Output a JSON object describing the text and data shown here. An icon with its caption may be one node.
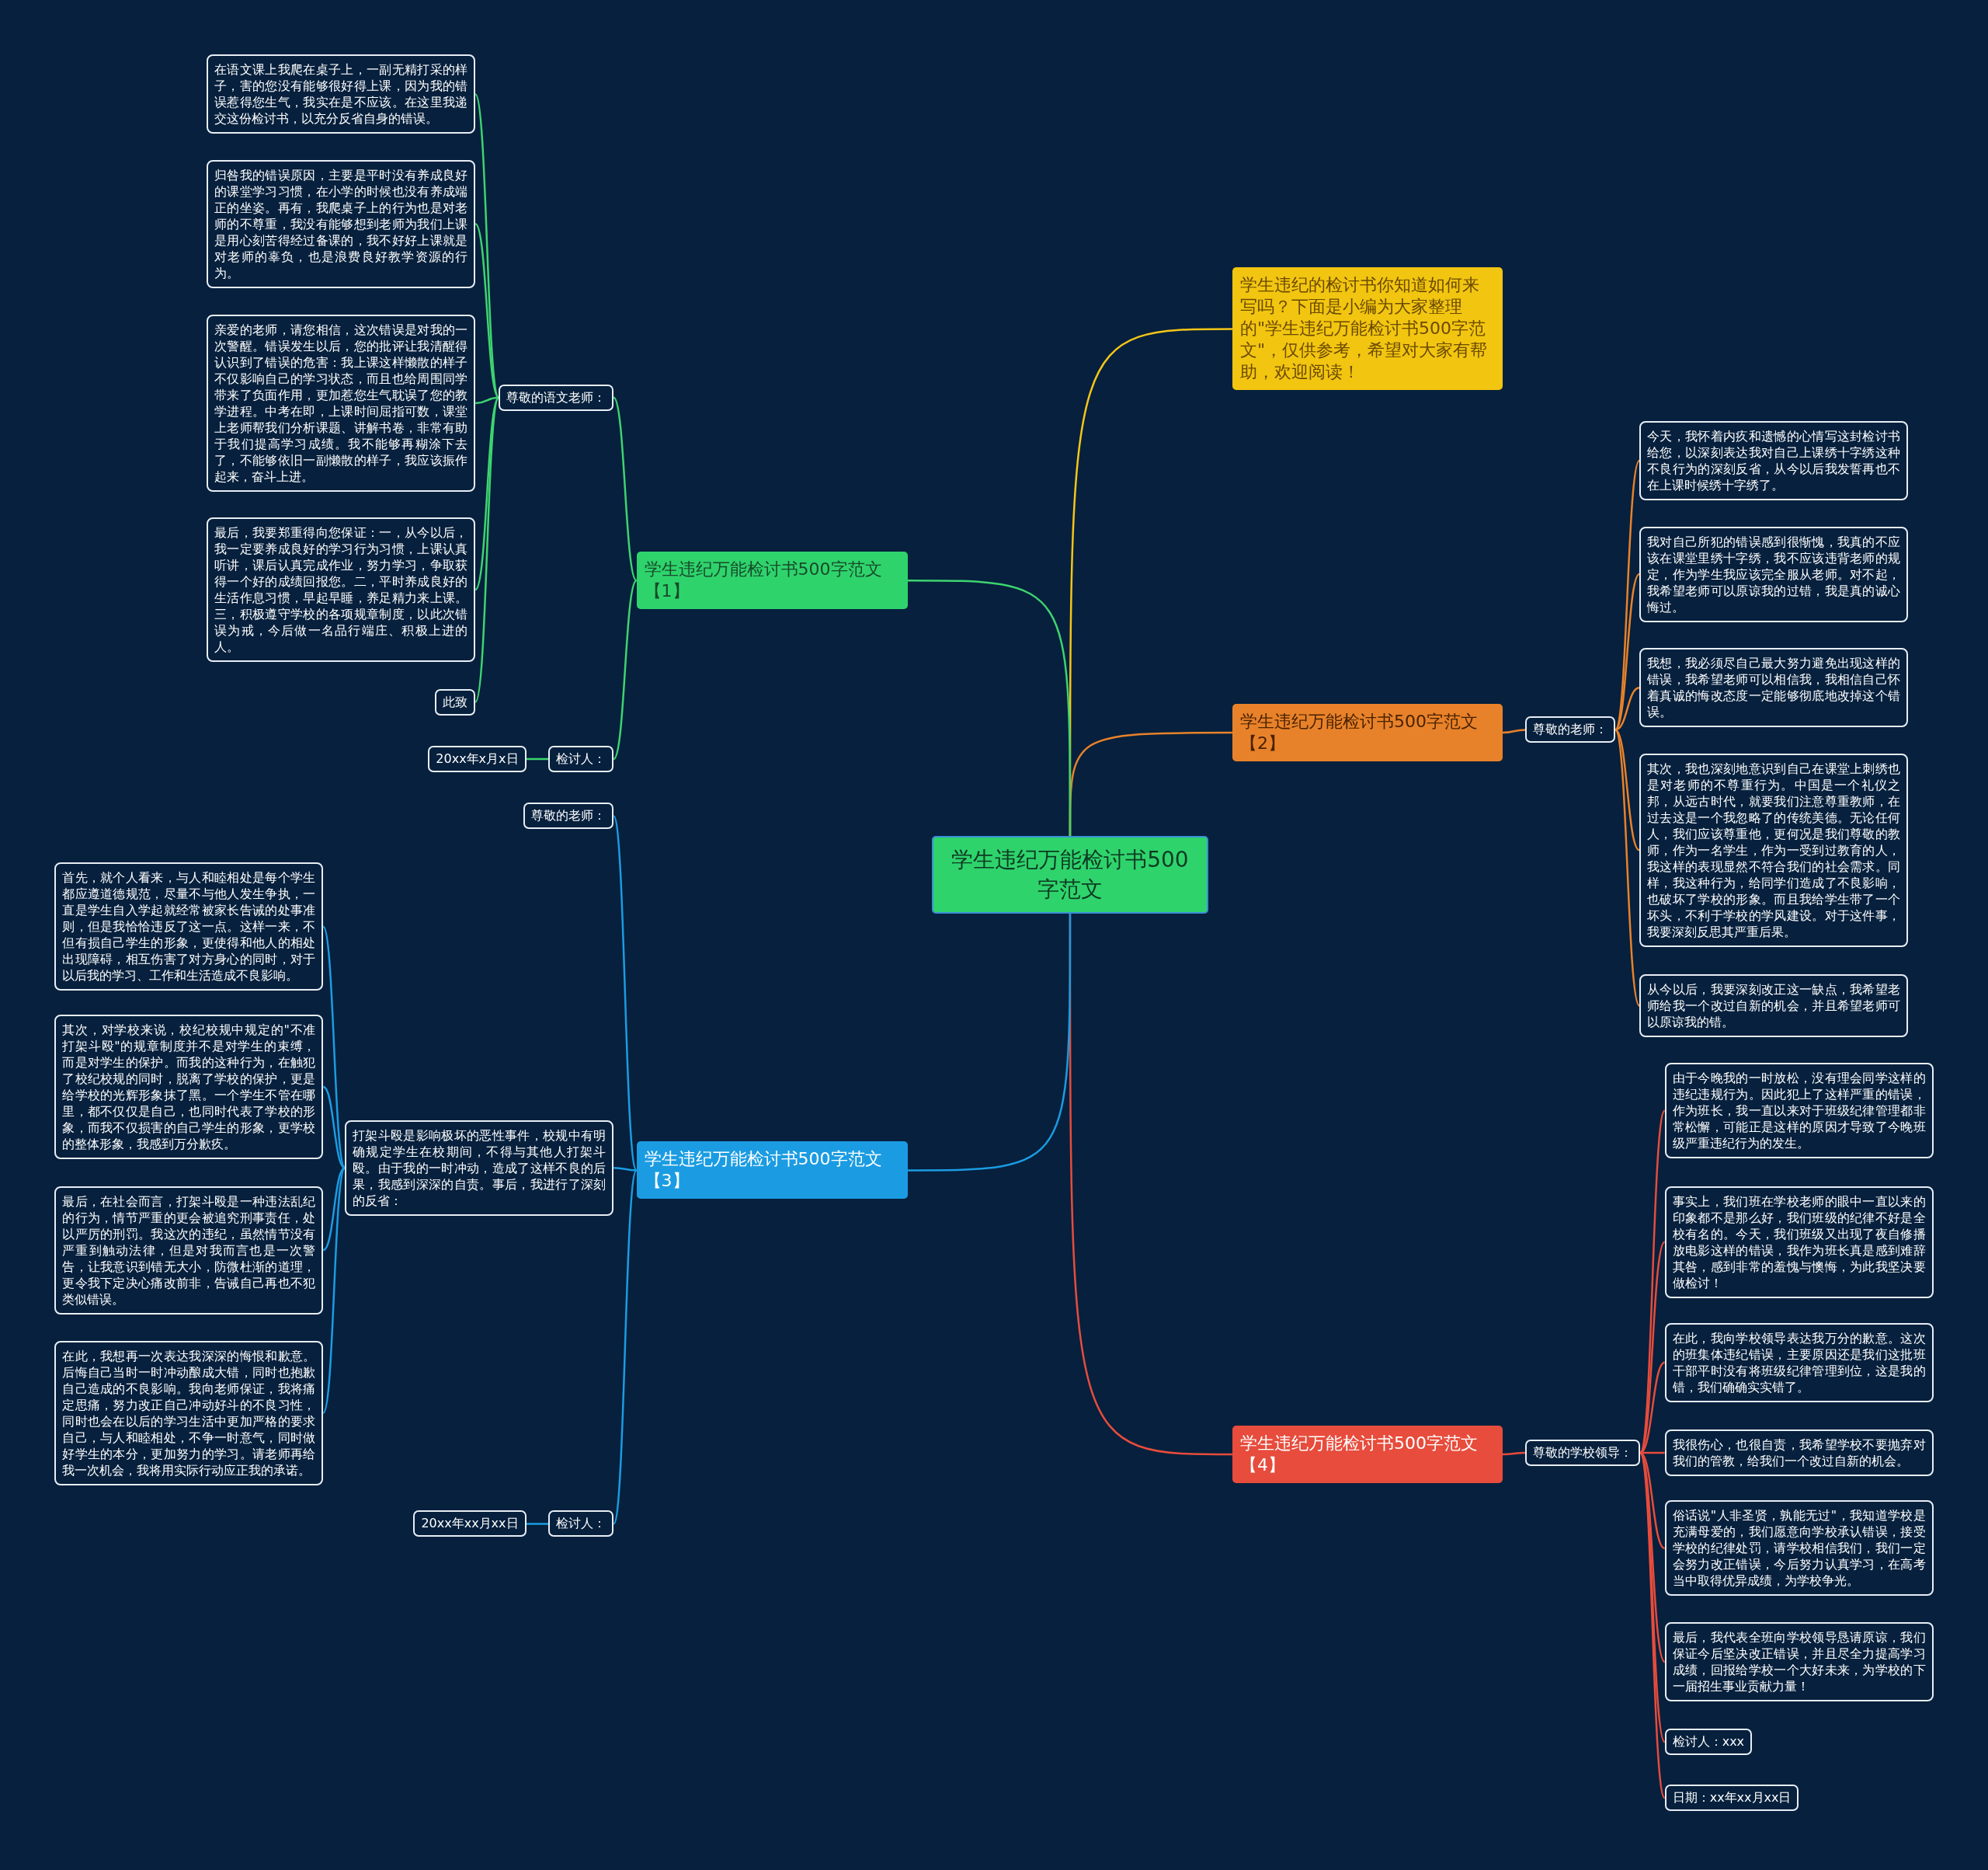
{
  "diagram": {
    "nodes": [
      {
        "text": [
          "学生违纪万能检讨书500字范文"
        ]
      },
      {
        "text": [
          "学生违纪的检讨书你知道如何来写吗？下面是小编为大家整理的\"学生违纪万能检讨书500字范文\"，仅供参考，希望对大家有帮助，欢迎阅读！"
        ]
      },
      {
        "text": [
          "学生违纪万能检讨书500字范文【2】"
        ]
      },
      {
        "text": [
          "尊敬的老师："
        ]
      },
      {
        "text": [
          "今天，我怀着内疚和遗憾的心情写这封检讨书给您，以深刻表达我对自己上课绣十字绣这种不良行为的深刻反省，从今以后我发誓再也不在上课时候绣十字绣了。"
        ]
      },
      {
        "text": [
          "我对自己所犯的错误感到很惭愧，我真的不应该在课堂里绣十字绣，我不应该违背老师的规定，作为学生我应该完全服从老师。对不起，我希望老师可以原谅我的过错，我是真的诚心悔过。"
        ]
      },
      {
        "text": [
          "我想，我必须尽自己最大努力避免出现这样的错误，我希望老师可以相信我，我相信自己怀着真诚的悔改态度一定能够彻底地改掉这个错误。"
        ]
      },
      {
        "text": [
          "其次，我也深刻地意识到自己在课堂上刺绣也是对老师的不尊重行为。中国是一个礼仪之邦，从远古时代，就要我们注意尊重教师，在过去这是一个我忽略了的传统美德。无论任何人，我们应该尊重他，更何况是我们尊敬的教师，作为一名学生，作为一受到过教育的人，我这样的表现显然不符合我们的社会需求。同样，我这种行为，给同学们造成了不良影响，也破坏了学校的形象。而且我给学生带了一个坏头，不利于学校的学风建设。对于这件事，我要深刻反思其严重后果。"
        ]
      },
      {
        "text": [
          "从今以后，我要深刻改正这一缺点，我希望老师给我一个改过自新的机会，并且希望老师可以原谅我的错。"
        ]
      },
      {
        "text": [
          "学生违纪万能检讨书500字范文【4】"
        ]
      },
      {
        "text": [
          "尊敬的学校领导："
        ]
      },
      {
        "text": [
          "由于今晚我的一时放松，没有理会同学这样的违纪违规行为。因此犯上了这样严重的错误，作为班长，我一直以来对于班级纪律管理都非常松懈，可能正是这样的原因才导致了今晚班级严重违纪行为的发生。"
        ]
      },
      {
        "text": [
          "事实上，我们班在学校老师的眼中一直以来的印象都不是那么好，我们班级的纪律不好是全校有名的。今天，我们班级又出现了夜自修播放电影这样的错误，我作为班长真是感到难辞其咎，感到非常的羞愧与懊悔，为此我坚决要做检讨！"
        ]
      },
      {
        "text": [
          "在此，我向学校领导表达我万分的歉意。这次的班集体违纪错误，主要原因还是我们这批班干部平时没有将班级纪律管理到位，这是我的错，我们确确实实错了。"
        ]
      },
      {
        "text": [
          "我很伤心，也很自责，我希望学校不要抛弃对我们的管教，给我们一个改过自新的机会。"
        ]
      },
      {
        "text": [
          "俗话说\"人非圣贤，孰能无过\"，我知道学校是充满母爱的，我们愿意向学校承认错误，接受学校的纪律处罚，请学校相信我们，我们一定会努力改正错误，今后努力认真学习，在高考当中取得优异成绩，为学校争光。"
        ]
      },
      {
        "text": [
          "最后，我代表全班向学校领导恳请原谅，我们保证今后坚决改正错误，并且尽全力提高学习成绩，回报给学校一个大好未来，为学校的下一届招生事业贡献力量！"
        ]
      },
      {
        "text": [
          "检讨人：xxx"
        ]
      },
      {
        "text": [
          "日期：xx年xx月xx日"
        ]
      },
      {
        "text": [
          "学生违纪万能检讨书500字范文【1】"
        ]
      },
      {
        "text": [
          "尊敬的语文老师："
        ]
      },
      {
        "text": [
          "在语文课上我爬在桌子上，一副无精打采的样子，害的您没有能够很好得上课，因为我的错误惹得您生气，我实在是不应该。在这里我递交这份检讨书，以充分反省自身的错误。"
        ]
      },
      {
        "text": [
          "归咎我的错误原因，主要是平时没有养成良好的课堂学习习惯，在小学的时候也没有养成端正的坐姿。再有，我爬桌子上的行为也是对老师的不尊重，我没有能够想到老师为我们上课是用心刻苦得经过备课的，我不好好上课就是对老师的辜负，也是浪费良好教学资源的行为。"
        ]
      },
      {
        "text": [
          "亲爱的老师，请您相信，这次错误是对我的一次警醒。错误发生以后，您的批评让我清醒得认识到了错误的危害：我上课这样懒散的样子不仅影响自己的学习状态，而且也给周围同学带来了负面作用，更加惹您生气耽误了您的教学进程。中考在即，上课时间屈指可数，课堂上老师帮我们分析课题、讲解书卷，非常有助于我们提高学习成绩。我不能够再糊涂下去了，不能够依旧一副懒散的样子，我应该振作起来，奋斗上进。"
        ]
      },
      {
        "text": [
          "最后，我要郑重得向您保证：一，从今以后，我一定要养成良好的学习行为习惯，上课认真听讲，课后认真完成作业，努力学习，争取获得一个好的成绩回报您。二，平时养成良好的生活作息习惯，早起早睡，养足精力来上课。三，积极遵守学校的各项规章制度，以此次错误为戒，今后做一名品行端庄、积极上进的人。"
        ]
      },
      {
        "text": [
          "此致"
        ]
      },
      {
        "text": [
          "检讨人："
        ]
      },
      {
        "text": [
          "20xx年x月x日"
        ]
      },
      {
        "text": [
          "学生违纪万能检讨书500字范文【3】"
        ]
      },
      {
        "text": [
          "尊敬的老师："
        ]
      },
      {
        "text": [
          "打架斗殴是影响极坏的恶性事件，校规中有明确规定学生在校期间，不得与其他人打架斗殴。由于我的一时冲动，造成了这样不良的后果，我感到深深的自责。事后，我进行了深刻的反省："
        ]
      },
      {
        "text": [
          "首先，就个人看来，与人和睦相处是每个学生都应遵道德规范，尽量不与他人发生争执，一直是学生自入学起就经常被家长告诫的处事准则，但是我恰恰违反了这一点。这样一来，不但有损自己学生的形象，更使得和他人的相处出现障碍，相互伤害了对方身心的同时，对于以后我的学习、工作和生活造成不良影响。"
        ]
      },
      {
        "text": [
          "其次，对学校来说，校纪校规中规定的\"不准打架斗殴\"的规章制度并不是对学生的束缚，而是对学生的保护。而我的这种行为，在触犯了校纪校规的同时，脱离了学校的保护，更是给学校的光辉形象抹了黑。一个学生不管在哪里，都不仅仅是自己，也同时代表了学校的形象，而我不仅损害的自己学生的形象，更学校的整体形象，我感到万分歉疚。"
        ]
      },
      {
        "text": [
          "最后，在社会而言，打架斗殴是一种违法乱纪的行为，情节严重的更会被追究刑事责任，处以严厉的刑罚。我这次的违纪，虽然情节没有严重到触动法律，但是对我而言也是一次警告，让我意识到错无大小，防微杜渐的道理，更令我下定决心痛改前非，告诫自己再也不犯类似错误。"
        ]
      },
      {
        "text": [
          "在此，我想再一次表达我深深的悔恨和歉意。后悔自己当时一时冲动酿成大错，同时也抱歉自己造成的不良影响。我向老师保证，我将痛定思痛，努力改正自己冲动好斗的不良习性，同时也会在以后的学习生活中更加严格的要求自己，与人和睦相处，不争一时意气，同时做好学生的本分，更加努力的学习。请老师再给我一次机会，我将用实际行动应正我的承诺。"
        ]
      },
      {
        "text": [
          "检讨人："
        ]
      },
      {
        "text": [
          "20xx年xx月xx日"
        ]
      }
    ],
    "edges": [
      {
        "from": 0,
        "to": 1,
        "arrow": "none",
        "color": "#f5c518"
      },
      {
        "from": 0,
        "to": 2,
        "arrow": "none",
        "color": "#e8822a"
      },
      {
        "from": 2,
        "to": 3,
        "arrow": "none",
        "color": "#e8822a"
      },
      {
        "from": 3,
        "to": 4,
        "arrow": "none",
        "color": "#e8822a"
      },
      {
        "from": 3,
        "to": 5,
        "arrow": "none",
        "color": "#e8822a"
      },
      {
        "from": 3,
        "to": 6,
        "arrow": "none",
        "color": "#e8822a"
      },
      {
        "from": 3,
        "to": 7,
        "arrow": "none",
        "color": "#e8822a"
      },
      {
        "from": 3,
        "to": 8,
        "arrow": "none",
        "color": "#e8822a"
      },
      {
        "from": 0,
        "to": 9,
        "arrow": "none",
        "color": "#e74c3c"
      },
      {
        "from": 9,
        "to": 10,
        "arrow": "none",
        "color": "#e74c3c"
      },
      {
        "from": 10,
        "to": 11,
        "arrow": "none",
        "color": "#e74c3c"
      },
      {
        "from": 10,
        "to": 12,
        "arrow": "none",
        "color": "#e74c3c"
      },
      {
        "from": 10,
        "to": 13,
        "arrow": "none",
        "color": "#e74c3c"
      },
      {
        "from": 10,
        "to": 14,
        "arrow": "none",
        "color": "#e74c3c"
      },
      {
        "from": 10,
        "to": 15,
        "arrow": "none",
        "color": "#e74c3c"
      },
      {
        "from": 10,
        "to": 16,
        "arrow": "none",
        "color": "#e74c3c"
      },
      {
        "from": 10,
        "to": 17,
        "arrow": "none",
        "color": "#e74c3c"
      },
      {
        "from": 10,
        "to": 18,
        "arrow": "none",
        "color": "#e74c3c"
      },
      {
        "from": 0,
        "to": 19,
        "arrow": "none",
        "color": "#3ed470"
      },
      {
        "from": 19,
        "to": 20,
        "arrow": "none",
        "color": "#3ed470"
      },
      {
        "from": 20,
        "to": 21,
        "arrow": "none",
        "color": "#3ed470"
      },
      {
        "from": 20,
        "to": 22,
        "arrow": "none",
        "color": "#3ed470"
      },
      {
        "from": 20,
        "to": 23,
        "arrow": "none",
        "color": "#3ed470"
      },
      {
        "from": 20,
        "to": 24,
        "arrow": "none",
        "color": "#3ed470"
      },
      {
        "from": 20,
        "to": 25,
        "arrow": "none",
        "color": "#3ed470"
      },
      {
        "from": 19,
        "to": 26,
        "arrow": "none",
        "color": "#3ed470"
      },
      {
        "from": 26,
        "to": 27,
        "arrow": "none",
        "color": "#3ed470"
      },
      {
        "from": 0,
        "to": 28,
        "arrow": "none",
        "color": "#1b9ce2"
      },
      {
        "from": 28,
        "to": 29,
        "arrow": "none",
        "color": "#1b9ce2"
      },
      {
        "from": 28,
        "to": 30,
        "arrow": "none",
        "color": "#1b9ce2"
      },
      {
        "from": 30,
        "to": 31,
        "arrow": "none",
        "color": "#1b9ce2"
      },
      {
        "from": 30,
        "to": 32,
        "arrow": "none",
        "color": "#1b9ce2"
      },
      {
        "from": 30,
        "to": 33,
        "arrow": "none",
        "color": "#1b9ce2"
      },
      {
        "from": 30,
        "to": 34,
        "arrow": "none",
        "color": "#1b9ce2"
      },
      {
        "from": 28,
        "to": 35,
        "arrow": "none",
        "color": "#1b9ce2"
      },
      {
        "from": 35,
        "to": 36,
        "arrow": "none",
        "color": "#1b9ce2"
      }
    ]
  }
}
